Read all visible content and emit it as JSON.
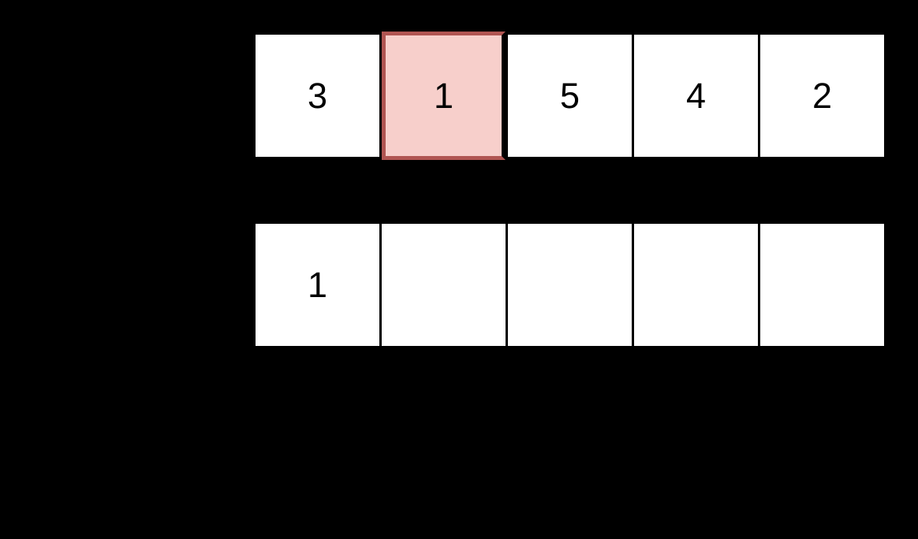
{
  "diagram": {
    "kind": "array-transformation-diagram",
    "colors": {
      "background": "#000000",
      "cell_fill": "#ffffff",
      "cell_text": "#000000",
      "highlight_fill": "#f7cfcb",
      "highlight_border": "#b05552"
    },
    "rows": [
      {
        "name": "input-array-row",
        "cells": [
          {
            "value": "3",
            "highlighted": false
          },
          {
            "value": "1",
            "highlighted": true
          },
          {
            "value": "5",
            "highlighted": false
          },
          {
            "value": "4",
            "highlighted": false
          },
          {
            "value": "2",
            "highlighted": false
          }
        ]
      },
      {
        "name": "result-array-row",
        "cells": [
          {
            "value": "1",
            "highlighted": false
          },
          {
            "value": "",
            "highlighted": false
          },
          {
            "value": "",
            "highlighted": false
          },
          {
            "value": "",
            "highlighted": false
          },
          {
            "value": "",
            "highlighted": false
          }
        ]
      }
    ]
  }
}
